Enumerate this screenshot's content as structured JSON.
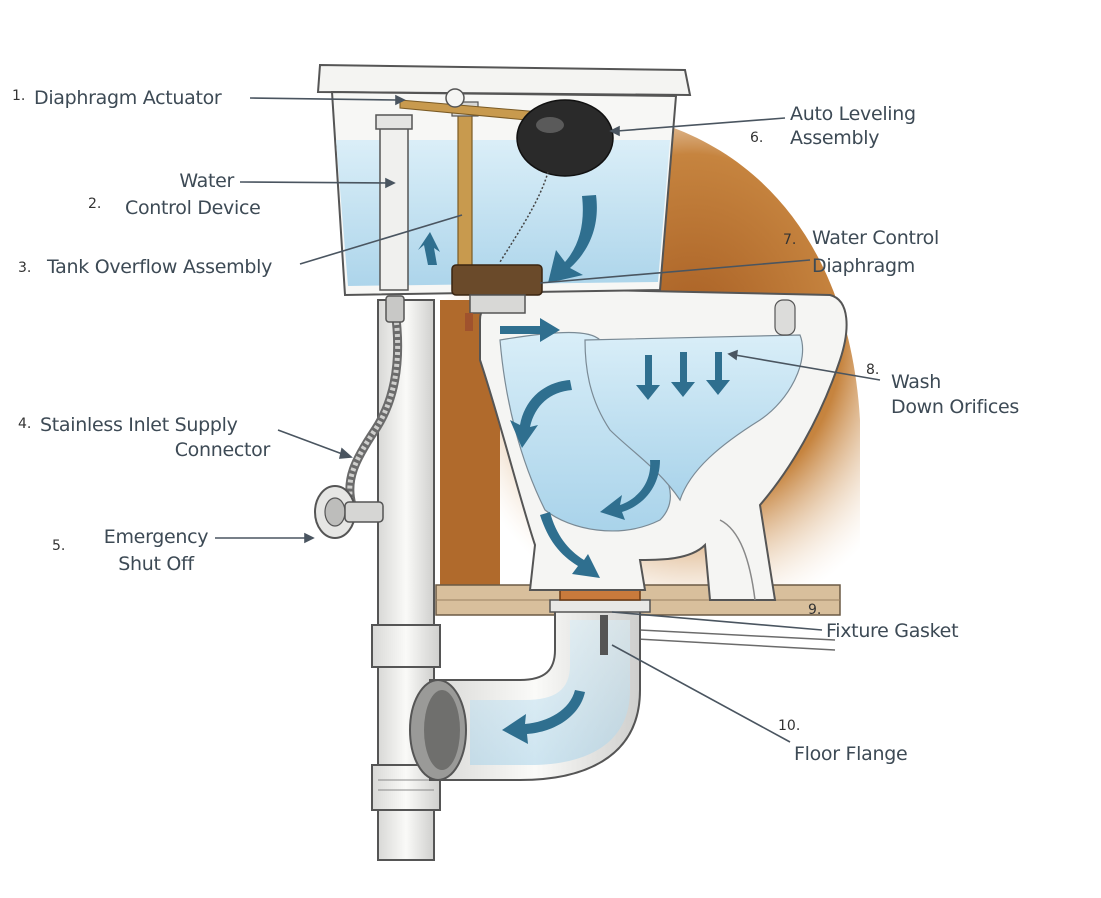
{
  "labels": [
    {
      "number": "1.",
      "text": "Diaphragm Actuator"
    },
    {
      "number": "2.",
      "text": [
        "Water",
        "Control Device"
      ]
    },
    {
      "number": "3.",
      "text": "Tank Overflow Assembly"
    },
    {
      "number": "4.",
      "text": [
        "Stainless Inlet Supply",
        "Connector"
      ]
    },
    {
      "number": "5.",
      "text": [
        "Emergency",
        "Shut Off"
      ]
    },
    {
      "number": "6.",
      "text": [
        "Auto Leveling",
        "Assembly"
      ]
    },
    {
      "number": "7.",
      "text": [
        "Water Control",
        "Diaphragm"
      ]
    },
    {
      "number": "8.",
      "text": [
        "Wash",
        "Down Orifices"
      ]
    },
    {
      "number": "9.",
      "text": "Fixture Gasket"
    },
    {
      "number": "10.",
      "text": "Floor Flange"
    }
  ],
  "colors": {
    "water": "#c9e6f5",
    "flow_arrow": "#2f6f8f",
    "porcelain": "#f4f4f2",
    "outline": "#5a6066",
    "wall": "#b87437",
    "floor": "#c9a982",
    "brass": "#c89a4e",
    "leader_line": "#4a5560"
  }
}
